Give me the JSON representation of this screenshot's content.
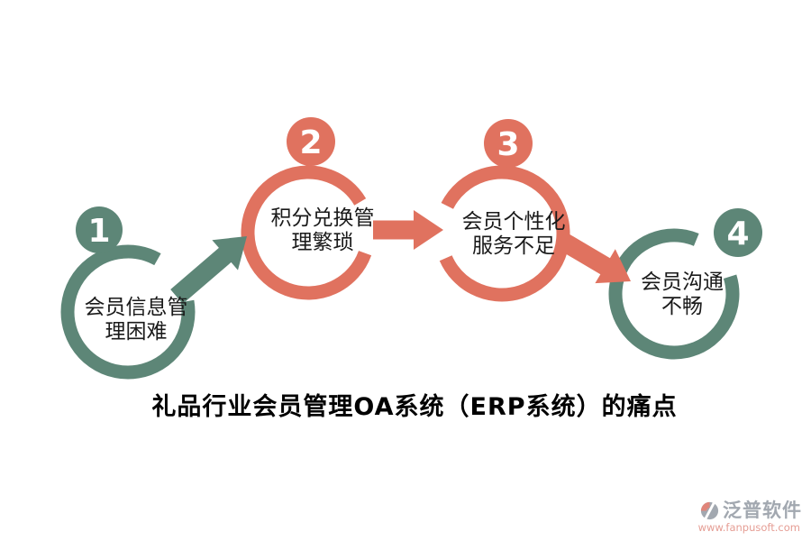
{
  "title": "礼品行业会员管理OA系统（ERP系统）的痛点",
  "steps": [
    {
      "number": "1",
      "label_line1": "会员信息管",
      "label_line2": "理困难",
      "color": "#5D8677"
    },
    {
      "number": "2",
      "label_line1": "积分兑换管",
      "label_line2": "理繁琐",
      "color": "#E0725F"
    },
    {
      "number": "3",
      "label_line1": "会员个性化",
      "label_line2": "服务不足",
      "color": "#E0725F"
    },
    {
      "number": "4",
      "label_line1": "会员沟通",
      "label_line2": "不畅",
      "color": "#5D8677"
    }
  ],
  "colors": {
    "green": "#5D8677",
    "red": "#E0725F",
    "title_text": "#000000",
    "label_text": "#1A1A1A",
    "background": "#FFFFFF",
    "logo_gray": "#A2A8B0",
    "logo_red": "#E59D94"
  },
  "watermark": {
    "name": "泛普软件",
    "url": "www.fanpusoft.com"
  }
}
